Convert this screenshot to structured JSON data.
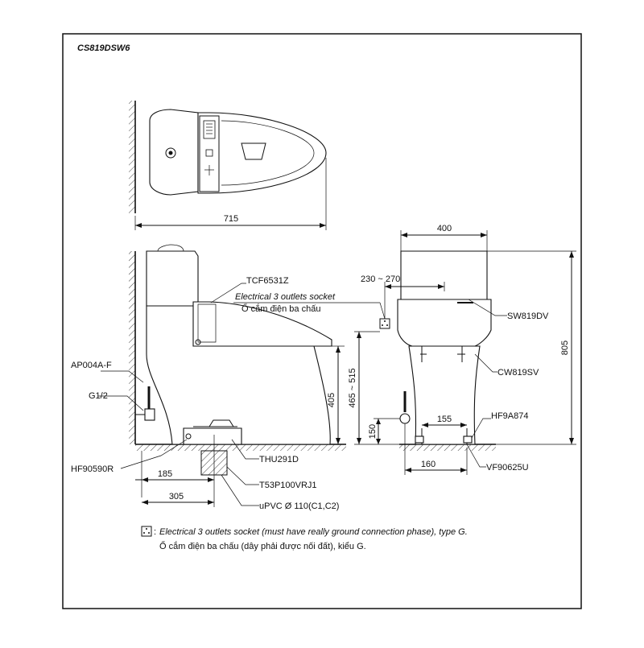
{
  "model_code": "CS819DSW6",
  "dimensions": {
    "top_length": "715",
    "front_width": "400",
    "socket_offset": "230 ~ 270",
    "height_total": "805",
    "socket_height": "465 ~ 515",
    "seat_height": "405",
    "rough_in": "305",
    "outlet_offset": "185",
    "supply_height": "150",
    "supply_front": "160",
    "fixing_span": "155"
  },
  "parts": {
    "seat": "TCF6531Z",
    "socket_en": "Electrical 3 outlets socket",
    "socket_vi": "Ổ cắm điện ba chấu",
    "valve": "AP004A-F",
    "thread": "G1/2",
    "flange_bolt": "HF90590R",
    "flange": "THU291D",
    "adapter": "T53P100VRJ1",
    "pipe": "uPVC Ø 110(C1,C2)",
    "tank": "SW819DV",
    "bowl": "CW819SV",
    "fixing": "HF9A874",
    "hose": "VF90625U"
  },
  "notes": {
    "line1": "Electrical 3 outlets socket (must have really ground connection phase), type G.",
    "line2": "Ổ cắm điện ba chấu (dây phải được nối đất), kiểu G."
  }
}
